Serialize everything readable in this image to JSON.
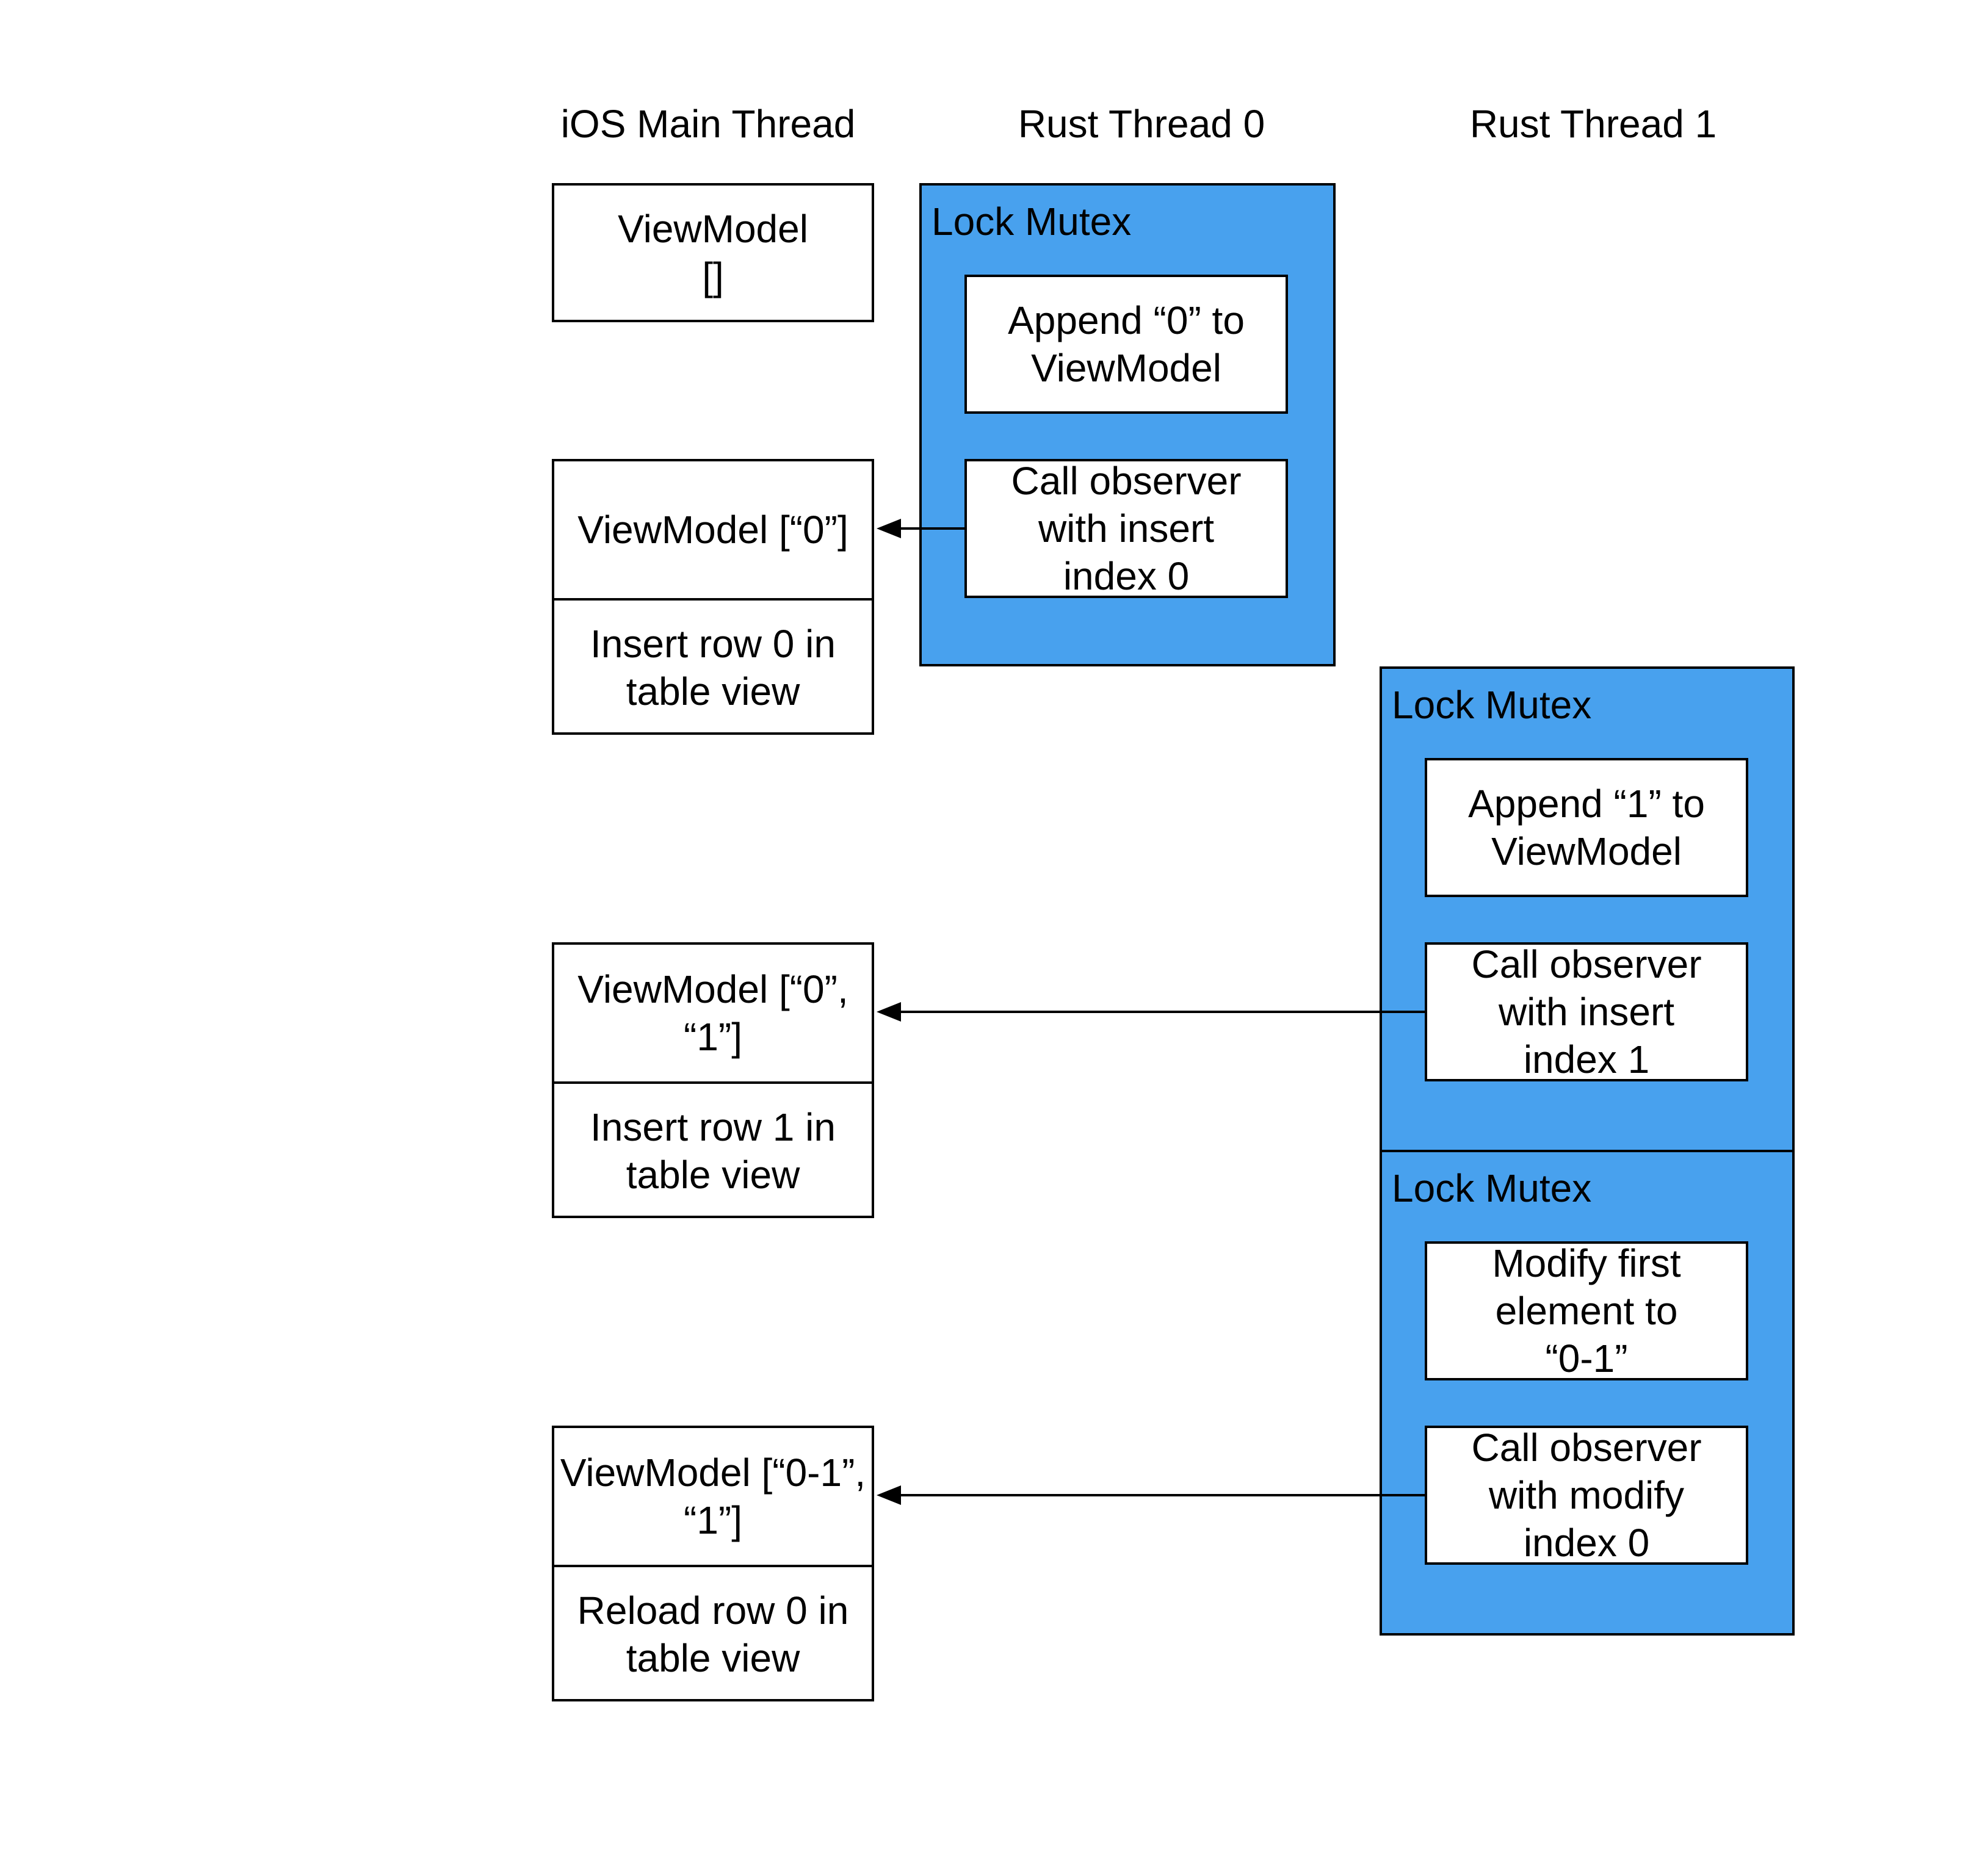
{
  "columns": {
    "main": "iOS Main Thread",
    "rust0": "Rust Thread 0",
    "rust1": "Rust Thread 1"
  },
  "main_thread": {
    "vm0": {
      "title": "ViewModel",
      "value": "[]"
    },
    "vm1": {
      "title": "ViewModel",
      "value": "[“0”]",
      "action_1": "Insert row 0 in",
      "action_2": "table view"
    },
    "vm2": {
      "title": "ViewModel",
      "value": "[“0”, “1”]",
      "action_1": "Insert row 1 in",
      "action_2": "table view"
    },
    "vm3": {
      "title": "ViewModel",
      "value": "[“0-1”, “1”]",
      "action_1": "Reload row 0 in",
      "action_2": "table view"
    }
  },
  "rust_thread_0": {
    "mutex_label": "Lock Mutex",
    "step1": {
      "line1": "Append “0” to",
      "line2": "ViewModel"
    },
    "step2": {
      "line1": "Call observer",
      "line2": "with insert",
      "line3": "index 0"
    }
  },
  "rust_thread_1": {
    "mutex_a": {
      "label": "Lock Mutex",
      "step1": {
        "line1": "Append “1” to",
        "line2": "ViewModel"
      },
      "step2": {
        "line1": "Call observer",
        "line2": "with insert",
        "line3": "index 1"
      }
    },
    "mutex_b": {
      "label": "Lock Mutex",
      "step1": {
        "line1": "Modify first",
        "line2": "element to",
        "line3": "“0-1”"
      },
      "step2": {
        "line1": "Call observer",
        "line2": "with modify",
        "line3": "index 0"
      }
    }
  },
  "colors": {
    "mutex_fill": "#48a1ee",
    "stroke": "#000000",
    "box_fill": "#ffffff"
  }
}
